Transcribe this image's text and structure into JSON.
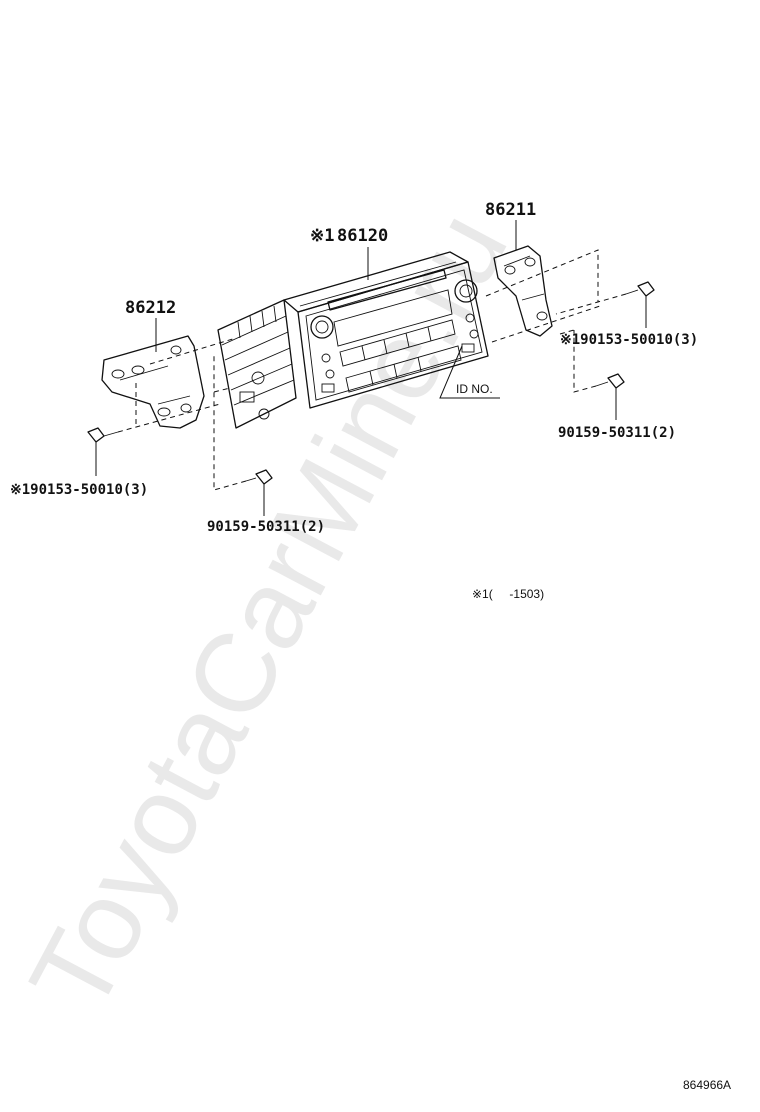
{
  "parts": {
    "head_unit": {
      "number": "86120",
      "mark": "※1"
    },
    "bracket_right": {
      "number": "86211"
    },
    "bracket_left": {
      "number": "86212"
    },
    "bolt_right_upper": {
      "text": "※190153-50010(3)"
    },
    "bolt_right_lower": {
      "text": "90159-50311(2)"
    },
    "bolt_left_upper": {
      "text": "※190153-50010(3)"
    },
    "bolt_left_lower": {
      "text": "90159-50311(2)"
    },
    "id_label": {
      "text": "ID NO."
    }
  },
  "footnote": {
    "text": "※1(     -1503)"
  },
  "drawing_number": "864966A",
  "watermark": "ToyotaCarMine.ru"
}
